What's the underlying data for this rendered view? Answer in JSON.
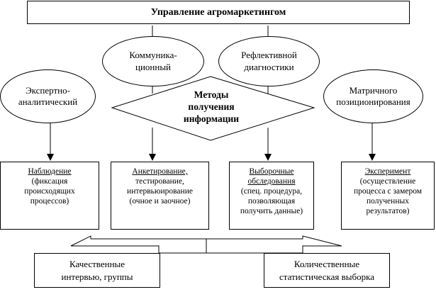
{
  "title": "Управление агромаркетингом",
  "ovals": [
    {
      "lines": [
        "Экспертно-",
        "аналитический"
      ]
    },
    {
      "lines": [
        "Коммуника-",
        "ционный"
      ]
    },
    {
      "lines": [
        "Рефлективной",
        "диагностики"
      ]
    },
    {
      "lines": [
        "Матричного",
        "позиционирования"
      ]
    }
  ],
  "center": {
    "lines": [
      "Методы",
      "получения",
      "информации"
    ]
  },
  "methods": [
    {
      "heading": "Наблюдение",
      "lines": [
        "(фиксация",
        "происходящих",
        "процессов)"
      ]
    },
    {
      "heading": "Анкетирование,",
      "lines": [
        "тестирование,",
        "интервьюирование",
        "(очное и заочное)"
      ]
    },
    {
      "heading": "Выборочные",
      "heading2": "обследования",
      "lines": [
        "(спец. процедура,",
        "позволяющая",
        "получить данные)"
      ]
    },
    {
      "heading": "Эксперимент",
      "lines": [
        "(осуществление",
        "процесса с замером",
        "полученных",
        "результатов)"
      ]
    }
  ],
  "bottom": [
    {
      "lines": [
        "Качественные",
        "интервью, группы"
      ]
    },
    {
      "lines": [
        "Количественные",
        "статистическая выборка"
      ]
    }
  ]
}
